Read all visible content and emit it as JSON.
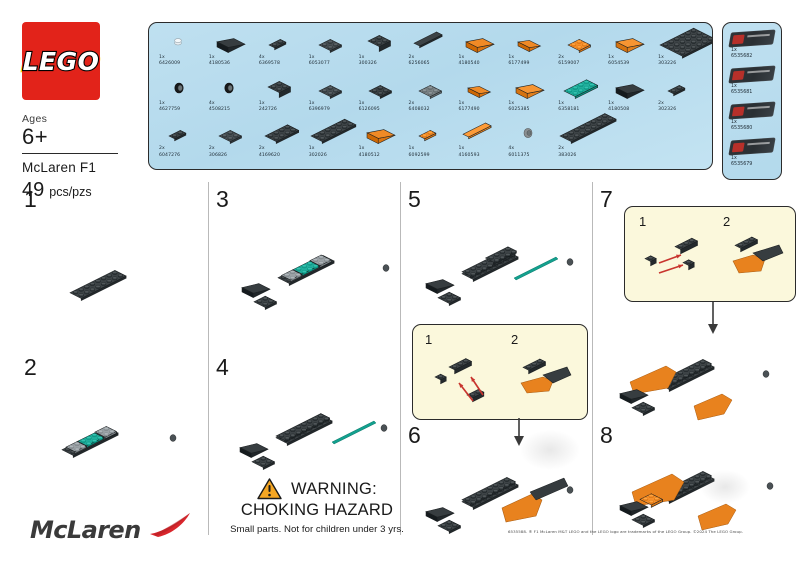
{
  "header": {
    "brand_logo_text": "LEGO",
    "brand_logo_color": "#e2231a",
    "ages_label": "Ages",
    "ages_value": "6+",
    "set_name": "McLaren F1",
    "pieces_count": "49",
    "pieces_unit": "pcs/pzs"
  },
  "parts_panel": {
    "background_color": "#b8dcee",
    "items": [
      {
        "qty": "1x",
        "code": "6426009",
        "shape": "tile-1x1-round-clear",
        "color": "#e8eef2"
      },
      {
        "qty": "1x",
        "code": "4180536",
        "shape": "wedge-slope-long",
        "color": "#2f3538"
      },
      {
        "qty": "4x",
        "code": "6369578",
        "shape": "plate-1x2-clip",
        "color": "#2f3538"
      },
      {
        "qty": "1x",
        "code": "6053077",
        "shape": "plate-2x2-slope",
        "color": "#3a4145"
      },
      {
        "qty": "1x",
        "code": "300326",
        "shape": "brick-2x2",
        "color": "#2f3538"
      },
      {
        "qty": "2x",
        "code": "6256065",
        "shape": "tile-1x4",
        "color": "#2f3538"
      },
      {
        "qty": "1x",
        "code": "4180540",
        "shape": "wedge-slope-3x1",
        "color": "#e8821e"
      },
      {
        "qty": "1x",
        "code": "6177499",
        "shape": "slope-curved-2x1",
        "color": "#e8821e"
      },
      {
        "qty": "2x",
        "code": "6159007",
        "shape": "plate-2x2-orange",
        "color": "#e8821e"
      },
      {
        "qty": "1x",
        "code": "6054539",
        "shape": "wedge-plate-4x2",
        "color": "#ef8d2a"
      },
      {
        "qty": "1x",
        "code": "303226",
        "shape": "plate-4x6-dark",
        "color": "#2f3538"
      },
      {
        "qty": "1x",
        "code": "4627759",
        "shape": "tyre-small",
        "color": "#2a2a2a"
      },
      {
        "qty": "4x",
        "code": "4508215",
        "shape": "wheel-hub",
        "color": "#1f1f1f"
      },
      {
        "qty": "1x",
        "code": "242726",
        "shape": "brick-1x2-dark",
        "color": "#2f3538"
      },
      {
        "qty": "1x",
        "code": "6396979",
        "shape": "plate-2x2-corner",
        "color": "#3a4145"
      },
      {
        "qty": "1x",
        "code": "6126095",
        "shape": "plate-2x2-stud",
        "color": "#2f3538"
      },
      {
        "qty": "2x",
        "code": "6408032",
        "shape": "plate-2x2-light",
        "color": "#6d7578"
      },
      {
        "qty": "1x",
        "code": "6177490",
        "shape": "slope-curved-1x2",
        "color": "#e8821e"
      },
      {
        "qty": "1x",
        "code": "6025385",
        "shape": "wedge-plate-3x2",
        "color": "#ef8d2a"
      },
      {
        "qty": "1x",
        "code": "6358181",
        "shape": "plate-2x4-teal",
        "color": "#13a08e"
      },
      {
        "qty": "1x",
        "code": "4180508",
        "shape": "wedge-slope-dark",
        "color": "#2f3538"
      },
      {
        "qty": "2x",
        "code": "302326",
        "shape": "plate-1x2",
        "color": "#2f3538"
      },
      {
        "qty": "2x",
        "code": "6047276",
        "shape": "plate-1x2-slope",
        "color": "#2f3538"
      },
      {
        "qty": "2x",
        "code": "306826",
        "shape": "plate-2x2-flat",
        "color": "#3a4145"
      },
      {
        "qty": "2x",
        "code": "4169620",
        "shape": "plate-2x4-long",
        "color": "#2f3538"
      },
      {
        "qty": "1x",
        "code": "302026",
        "shape": "plate-2x6",
        "color": "#2f3538"
      },
      {
        "qty": "1x",
        "code": "4180512",
        "shape": "wedge-slope-orange",
        "color": "#e8821e"
      },
      {
        "qty": "1x",
        "code": "6092599",
        "shape": "plate-1x2-jumper",
        "color": "#e8821e"
      },
      {
        "qty": "1x",
        "code": "4160593",
        "shape": "tile-1x4-orange",
        "color": "#ef8d2a"
      },
      {
        "qty": "4x",
        "code": "6011375",
        "shape": "pin-connector",
        "color": "#8a8f91"
      },
      {
        "qty": "2x",
        "code": "383026",
        "shape": "plate-2x8",
        "color": "#2f3538"
      }
    ]
  },
  "sticker_panel": {
    "items": [
      {
        "qty": "1x",
        "code": "6535682"
      },
      {
        "qty": "1x",
        "code": "6535681"
      },
      {
        "qty": "1x",
        "code": "6535680"
      },
      {
        "qty": "1x",
        "code": "6535679"
      }
    ]
  },
  "steps": [
    {
      "number": "1",
      "column": 1
    },
    {
      "number": "2",
      "column": 1
    },
    {
      "number": "3",
      "column": 2
    },
    {
      "number": "4",
      "column": 2
    },
    {
      "number": "5",
      "column": 3
    },
    {
      "number": "6",
      "column": 3
    },
    {
      "number": "7",
      "column": 4
    },
    {
      "number": "8",
      "column": 4
    }
  ],
  "insets": {
    "step5": {
      "sub_step_1": "1",
      "sub_step_2": "2"
    },
    "step7": {
      "sub_step_1": "1",
      "sub_step_2": "2"
    }
  },
  "warning": {
    "title": "WARNING:",
    "subtitle": "CHOKING HAZARD",
    "detail": "Small parts. Not for children under 3 yrs.",
    "triangle_color": "#f5a623"
  },
  "footer": {
    "mclaren_wordmark": "McLaren",
    "mclaren_swoosh_color": "#d9262c",
    "copyright": "6535588. ® F1 McLaren M&T   LEGO and the LEGO logo are trademarks of the LEGO Group. ©2024 The LEGO Group."
  },
  "colors": {
    "dark_grey": "#2f3538",
    "light_grey": "#8d9498",
    "teal": "#13a08e",
    "orange": "#e8821e",
    "panel_blue": "#b8dcee",
    "inset_cream": "#fbf8dc",
    "arrow_red": "#c8352e"
  }
}
